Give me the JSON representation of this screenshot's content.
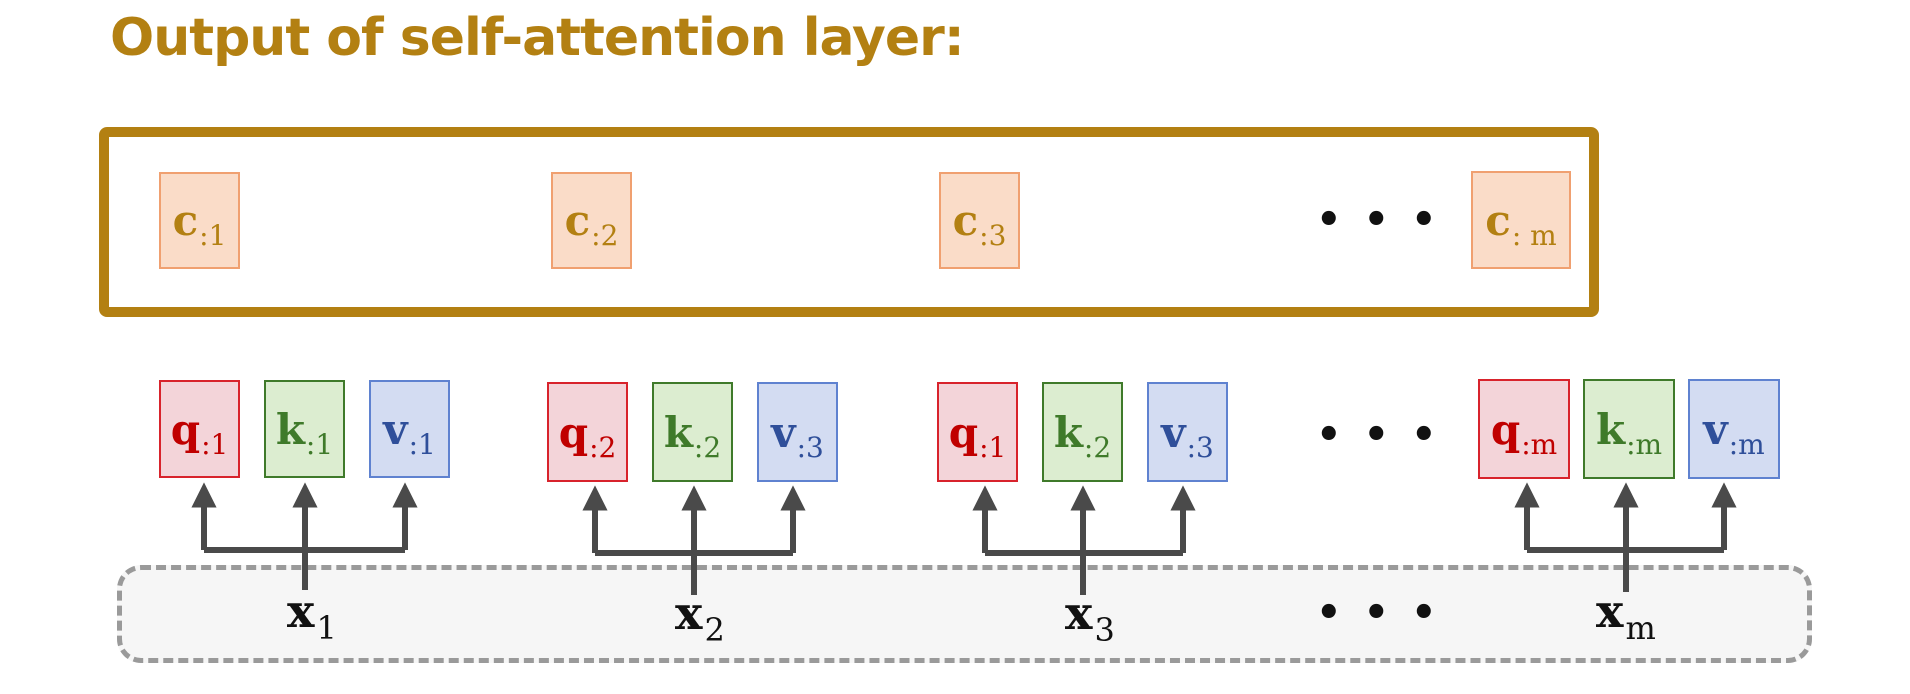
{
  "title": "Output of self-attention layer:",
  "colors": {
    "title": "#b38012",
    "output_frame": "#b38012",
    "c_text": "#b38012",
    "q_text": "#c00000",
    "k_text": "#3f7a2a",
    "v_text": "#2f4f9a",
    "x_text": "#111111",
    "arrow": "#4a4a4a",
    "dots": "#111111"
  },
  "outputs": [
    {
      "letter": "c",
      "sub": ":1"
    },
    {
      "letter": "c",
      "sub": ":2"
    },
    {
      "letter": "c",
      "sub": ":3"
    },
    {
      "letter": "c",
      "sub": ": m"
    }
  ],
  "groups": [
    {
      "q": {
        "letter": "q",
        "sub": ":1"
      },
      "k": {
        "letter": "k",
        "sub": ":1"
      },
      "v": {
        "letter": "v",
        "sub": ":1"
      }
    },
    {
      "q": {
        "letter": "q",
        "sub": ":2"
      },
      "k": {
        "letter": "k",
        "sub": ":2"
      },
      "v": {
        "letter": "v",
        "sub": ":3"
      }
    },
    {
      "q": {
        "letter": "q",
        "sub": ":1"
      },
      "k": {
        "letter": "k",
        "sub": ":2"
      },
      "v": {
        "letter": "v",
        "sub": ":3"
      }
    },
    {
      "q": {
        "letter": "q",
        "sub": ":m"
      },
      "k": {
        "letter": "k",
        "sub": ":m"
      },
      "v": {
        "letter": "v",
        "sub": ":m"
      }
    }
  ],
  "inputs": [
    {
      "letter": "x",
      "sub": "1"
    },
    {
      "letter": "x",
      "sub": "2"
    },
    {
      "letter": "x",
      "sub": "3"
    },
    {
      "letter": "x",
      "sub": "m"
    }
  ],
  "ellipsis": "• • •"
}
